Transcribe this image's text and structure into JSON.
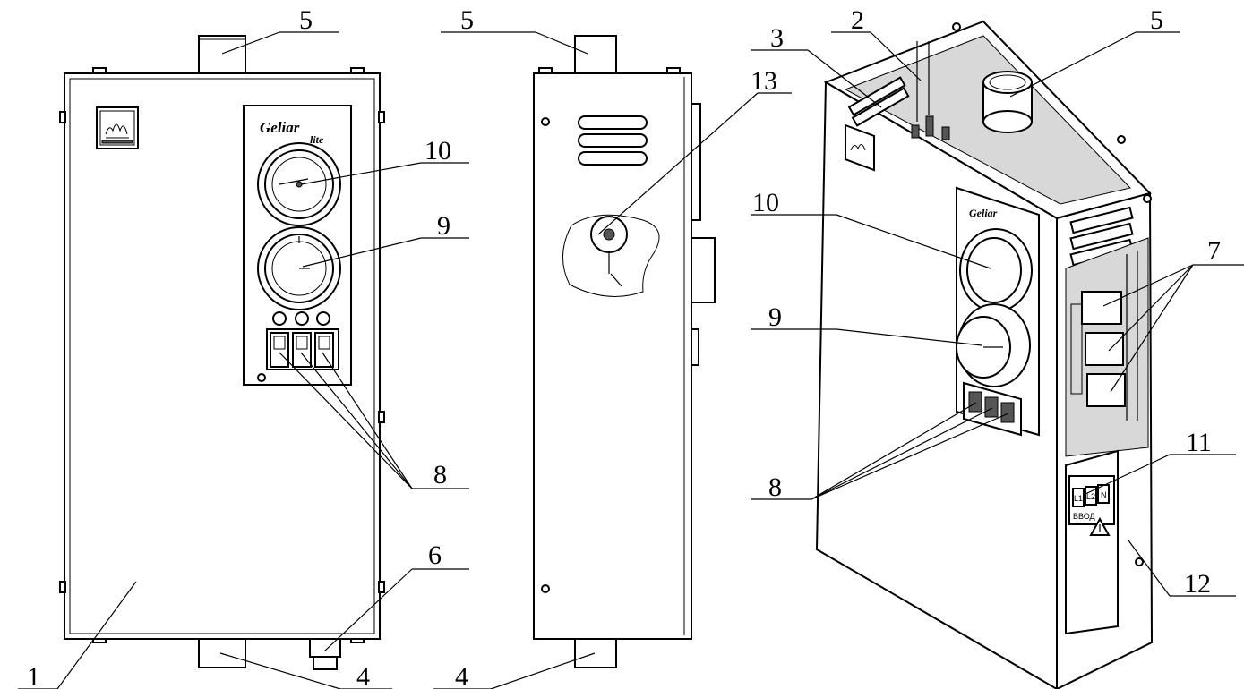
{
  "callouts": {
    "n1": "1",
    "n2": "2",
    "n3": "3",
    "n4a": "4",
    "n4b": "4",
    "n5a": "5",
    "n5b": "5",
    "n5c": "5",
    "n6": "6",
    "n7": "7",
    "n8a": "8",
    "n8b": "8",
    "n9a": "9",
    "n9b": "9",
    "n10a": "10",
    "n10b": "10",
    "n11": "11",
    "n12": "12",
    "n13": "13"
  },
  "panel": {
    "brand": "Geliar",
    "brand_sub": "lite",
    "terminal_labels": [
      "L1",
      "L2",
      "N"
    ],
    "terminal_caption": "ВВОД"
  },
  "icons": [
    "logo-icon",
    "thermometer-gauge-icon",
    "timer-dial-icon",
    "rocker-switch-icon",
    "warning-triangle-icon"
  ]
}
